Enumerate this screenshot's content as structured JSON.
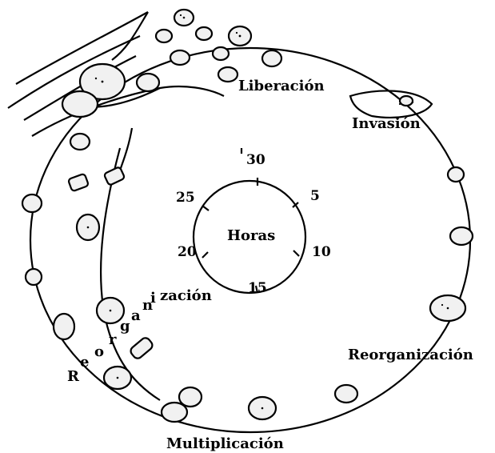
{
  "labels": {
    "liberacion": "Liberación",
    "invasion": "Invasión",
    "reorganizacion": "Reorganización",
    "multiplicacion": "Multiplicación",
    "center": "Horas"
  },
  "reorg_inner_letters": [
    "R",
    "e",
    "o",
    "r",
    "g",
    "a",
    "n",
    "i",
    "zación"
  ],
  "clock_ticks": [
    "30",
    "5",
    "10",
    "15",
    "20",
    "25"
  ]
}
